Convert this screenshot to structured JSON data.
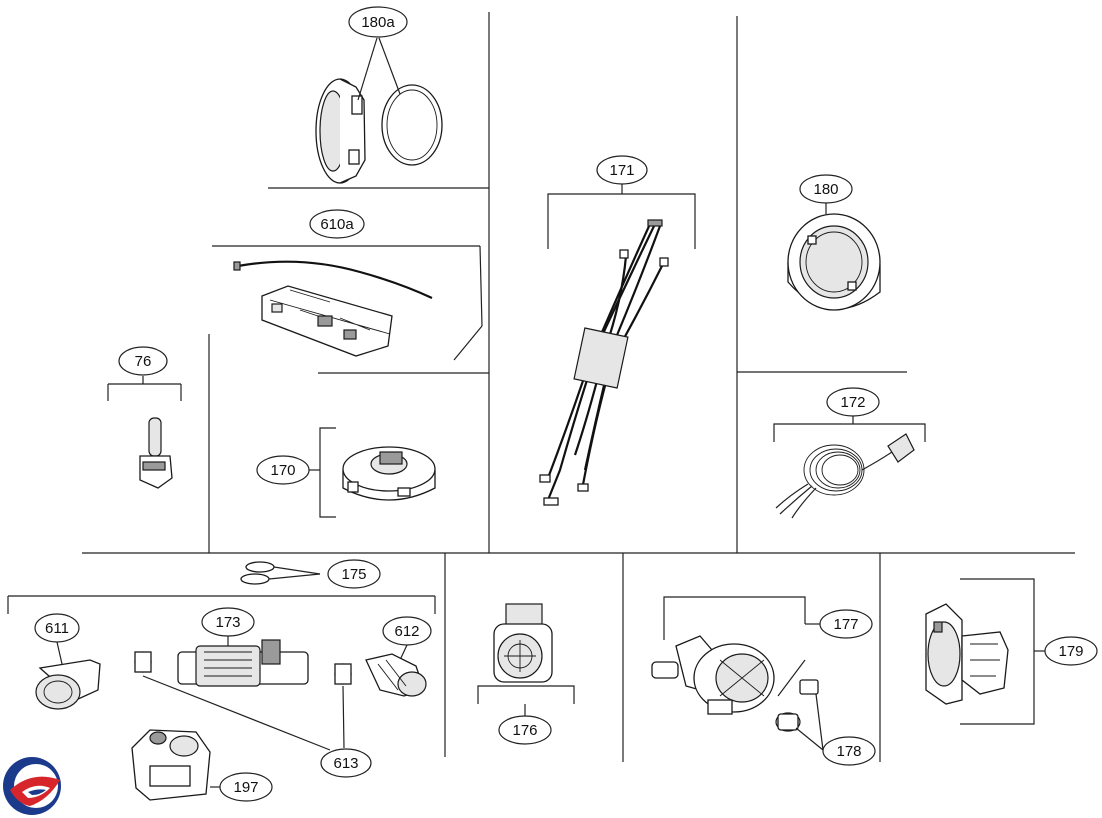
{
  "callouts": {
    "c180a": "180a",
    "c171": "171",
    "c180": "180",
    "c610a": "610a",
    "c76": "76",
    "c172": "172",
    "c170": "170",
    "c175": "175",
    "c173": "173",
    "c611": "611",
    "c612": "612",
    "c176": "176",
    "c177": "177",
    "c179": "179",
    "c613": "613",
    "c178": "178",
    "c197": "197"
  },
  "logo": {
    "name": "brand-logo-icon",
    "colors": [
      "#1b3a8c",
      "#d6262b"
    ]
  }
}
